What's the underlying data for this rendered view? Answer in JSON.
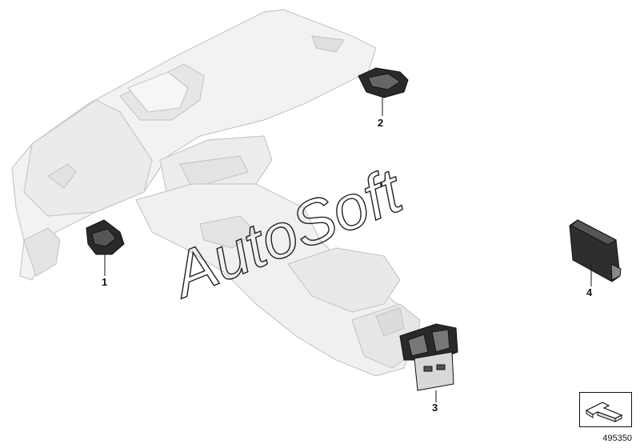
{
  "callouts": [
    {
      "id": "1",
      "label": "1"
    },
    {
      "id": "2",
      "label": "2"
    },
    {
      "id": "3",
      "label": "3"
    },
    {
      "id": "4",
      "label": "4"
    }
  ],
  "watermark": {
    "text": "AutoSoft"
  },
  "diagram": {
    "number": "495350"
  },
  "icon": {
    "name": "parts-arrow-icon"
  },
  "colors": {
    "outline": "#c9c9c9",
    "part": "#1a1a1a",
    "fill": "#f1f1f1"
  }
}
